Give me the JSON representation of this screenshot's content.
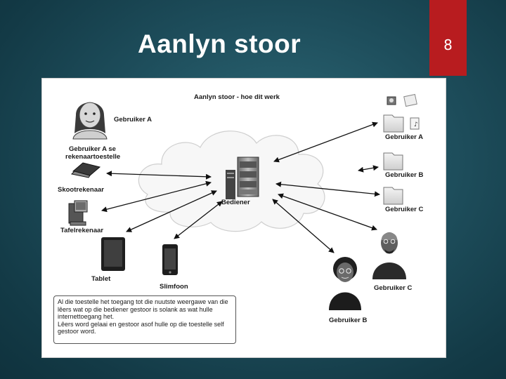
{
  "slide": {
    "title": "Aanlyn stoor",
    "page_number": "8"
  },
  "diagram": {
    "title": "Aanlyn stoor - hoe dit werk",
    "server_label": "Bediener",
    "left_labels": {
      "user_a": "Gebruiker A",
      "user_a_devices_line1": "Gebruiker A se",
      "user_a_devices_line2": "rekenaartoestelle",
      "laptop": "Skootrekenaar",
      "desktop": "Tafelrekenaar",
      "tablet": "Tablet",
      "phone": "Slimfoon"
    },
    "folder_labels": {
      "a": "Gebruiker A",
      "b": "Gebruiker B",
      "c": "Gebruiker C"
    },
    "user_labels": {
      "b": "Gebruiker B",
      "c": "Gebruiker C"
    },
    "note_line1": "Al die toestelle het toegang tot die nuutste weergawe van die lêers wat op die bediener gestoor is solank as wat hulle internettoegang het.",
    "note_line2": "Lêers word gelaai en gestoor asof hulle op die toestelle self gestoor word."
  },
  "colors": {
    "accent_tab": "#b81c1f",
    "background": "#1e4e5c"
  }
}
